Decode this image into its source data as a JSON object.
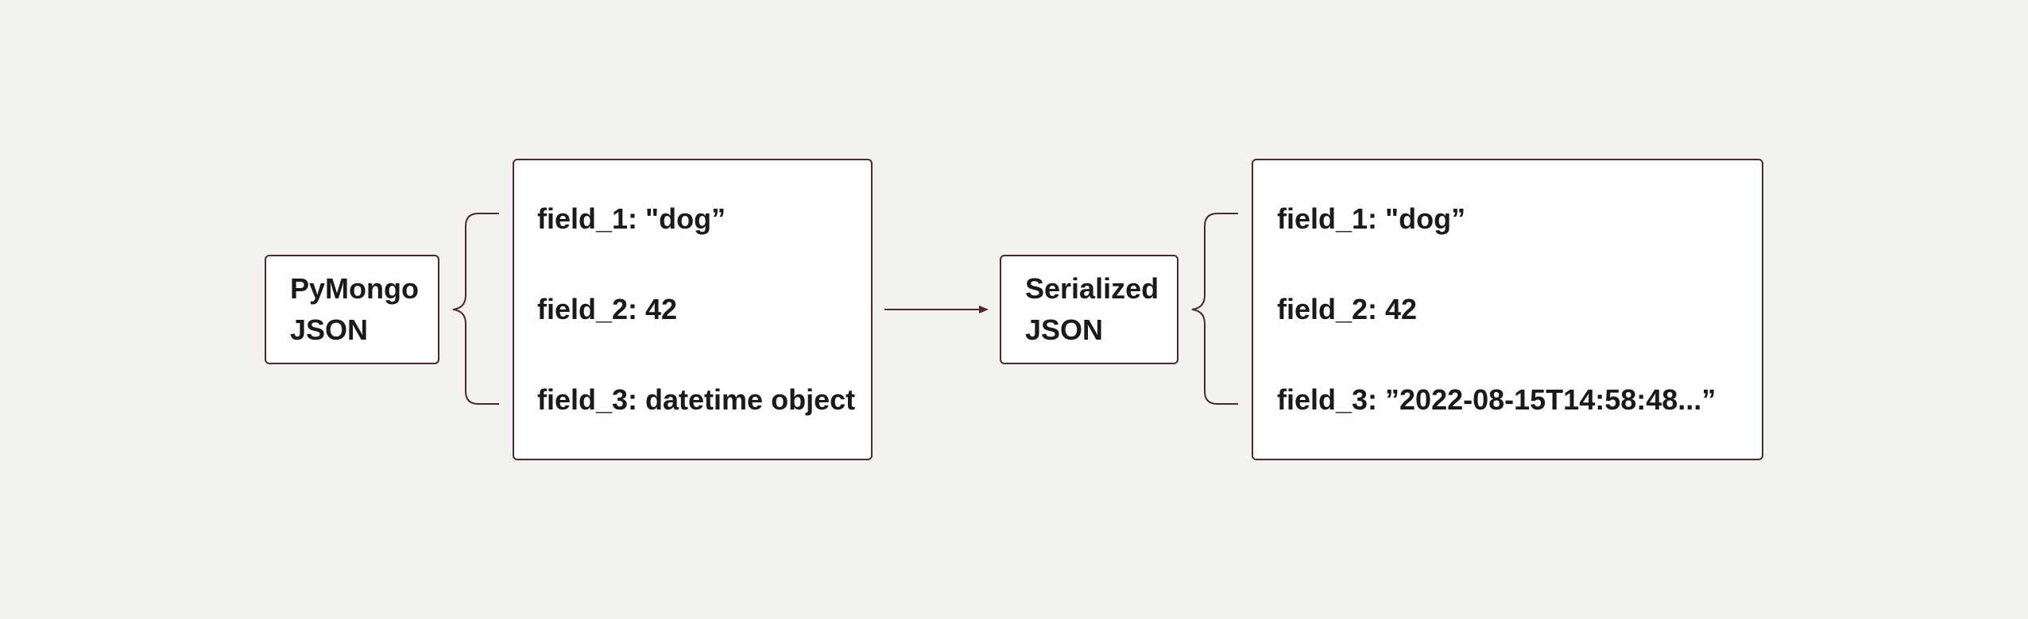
{
  "source": {
    "title_line1": "PyMongo",
    "title_line2": "JSON",
    "fields": [
      "field_1: \"dog”",
      "field_2: 42",
      "field_3: datetime object"
    ]
  },
  "target": {
    "title_line1": "Serialized",
    "title_line2": "JSON",
    "fields": [
      "field_1: \"dog”",
      "field_2: 42",
      "field_3:  ”2022-08-15T14:58:48...”"
    ]
  },
  "colors": {
    "background": "#f4f2ee",
    "stroke": "#4a2a2e",
    "box_fill": "#ffffff",
    "text": "#1a1a1a"
  }
}
